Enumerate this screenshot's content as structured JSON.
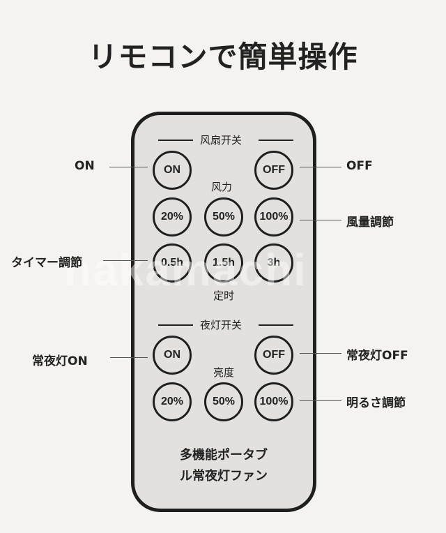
{
  "title": "リモコンで簡単操作",
  "remote": {
    "fan_section": {
      "header": "风扇开关",
      "on": "ON",
      "off": "OFF",
      "speed_label": "风力",
      "speeds": [
        "20%",
        "50%",
        "100%"
      ],
      "timers": [
        "0.5h",
        "1.5h",
        "3h"
      ],
      "timer_label": "定时"
    },
    "light_section": {
      "header": "夜灯开关",
      "on": "ON",
      "off": "OFF",
      "brightness_label": "亮度",
      "levels": [
        "20%",
        "50%",
        "100%"
      ]
    },
    "brand_line1": "多機能ポータブ",
    "brand_line2": "ル常夜灯ファン"
  },
  "callouts": {
    "on": "ON",
    "off": "OFF",
    "wind": "風量調節",
    "timer": "タイマー調節",
    "light_on": "常夜灯ON",
    "light_off": "常夜灯OFF",
    "brightness": "明るさ調節"
  },
  "watermark": "nakamachi"
}
